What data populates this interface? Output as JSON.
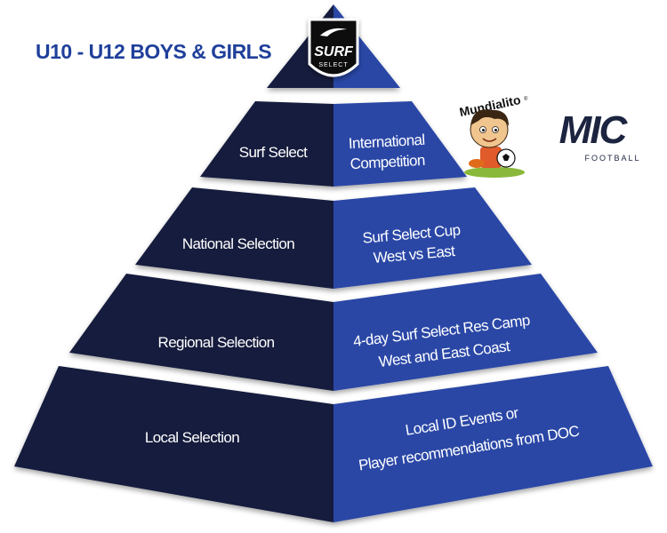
{
  "title": "U10 - U12 BOYS & GIRLS",
  "top_logo": {
    "line1": "SURF",
    "line2": "SELECT"
  },
  "tiers": [
    {
      "left": "Surf Select",
      "right": [
        "International",
        "Competition"
      ]
    },
    {
      "left": "National Selection",
      "right": [
        "Surf Select Cup",
        "West vs East"
      ]
    },
    {
      "left": "Regional Selection",
      "right": [
        "4-day Surf Select Res Camp",
        "West and East Coast"
      ]
    },
    {
      "left": "Local Selection",
      "right": [
        "Local ID Events or",
        "Player recommendations from DOC"
      ]
    }
  ],
  "partner_logos": {
    "mundialito": {
      "text": "Mundialito",
      "mark": "®"
    },
    "mic": {
      "text": "MIC",
      "sub": "FOOTBALL"
    }
  },
  "colors": {
    "navy": "#141d3c",
    "blue": "#2b47a6",
    "title": "#1f3f9a",
    "mic": "#1c2440"
  }
}
